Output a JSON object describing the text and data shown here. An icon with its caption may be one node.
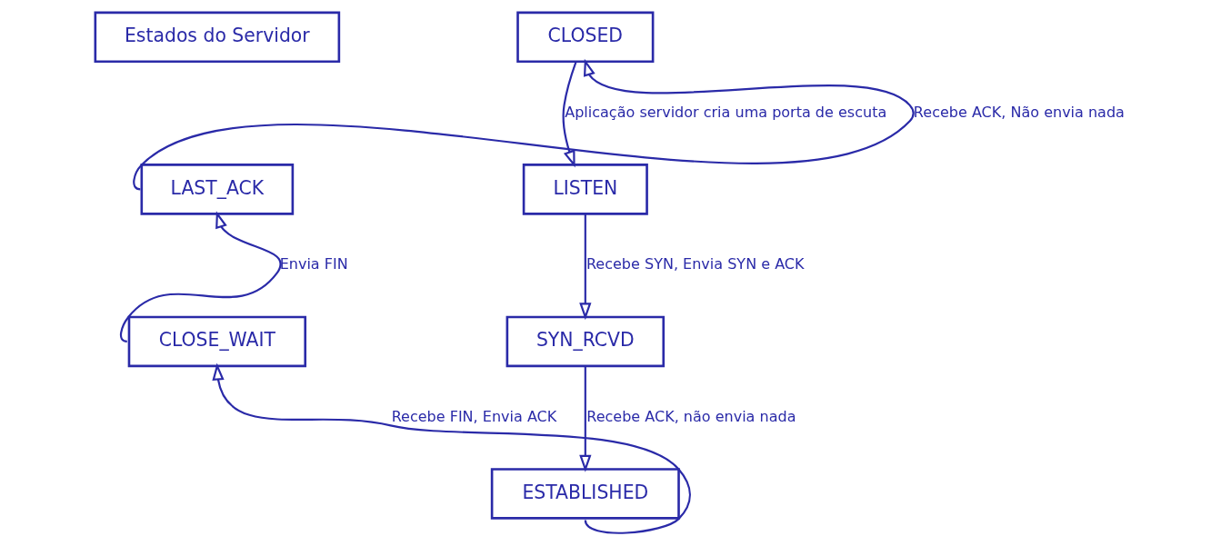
{
  "diagram": {
    "nodes": [
      {
        "text": [
          "Estados do Servidor"
        ]
      },
      {
        "text": [
          "CLOSED"
        ]
      },
      {
        "text": [
          "LISTEN"
        ]
      },
      {
        "text": [
          "SYN_RCVD"
        ]
      },
      {
        "text": [
          "ESTABLISHED"
        ]
      },
      {
        "text": [
          "CLOSE_WAIT"
        ]
      },
      {
        "text": [
          "LAST_ACK"
        ]
      }
    ],
    "edges": [
      {
        "from": 1,
        "to": 2,
        "arrow": "to",
        "label": "Aplicação servidor cria uma porta de escuta"
      },
      {
        "from": 2,
        "to": 3,
        "arrow": "to",
        "label": "Recebe SYN, Envia SYN e ACK"
      },
      {
        "from": 3,
        "to": 4,
        "arrow": "to",
        "label": "Recebe ACK, não envia nada"
      },
      {
        "from": 4,
        "to": 5,
        "arrow": "to",
        "label": "Recebe FIN, Envia ACK"
      },
      {
        "from": 5,
        "to": 6,
        "arrow": "to",
        "label": "Envia FIN"
      },
      {
        "from": 6,
        "to": 1,
        "arrow": "to",
        "label": "Recebe ACK, Não envia nada"
      }
    ]
  }
}
